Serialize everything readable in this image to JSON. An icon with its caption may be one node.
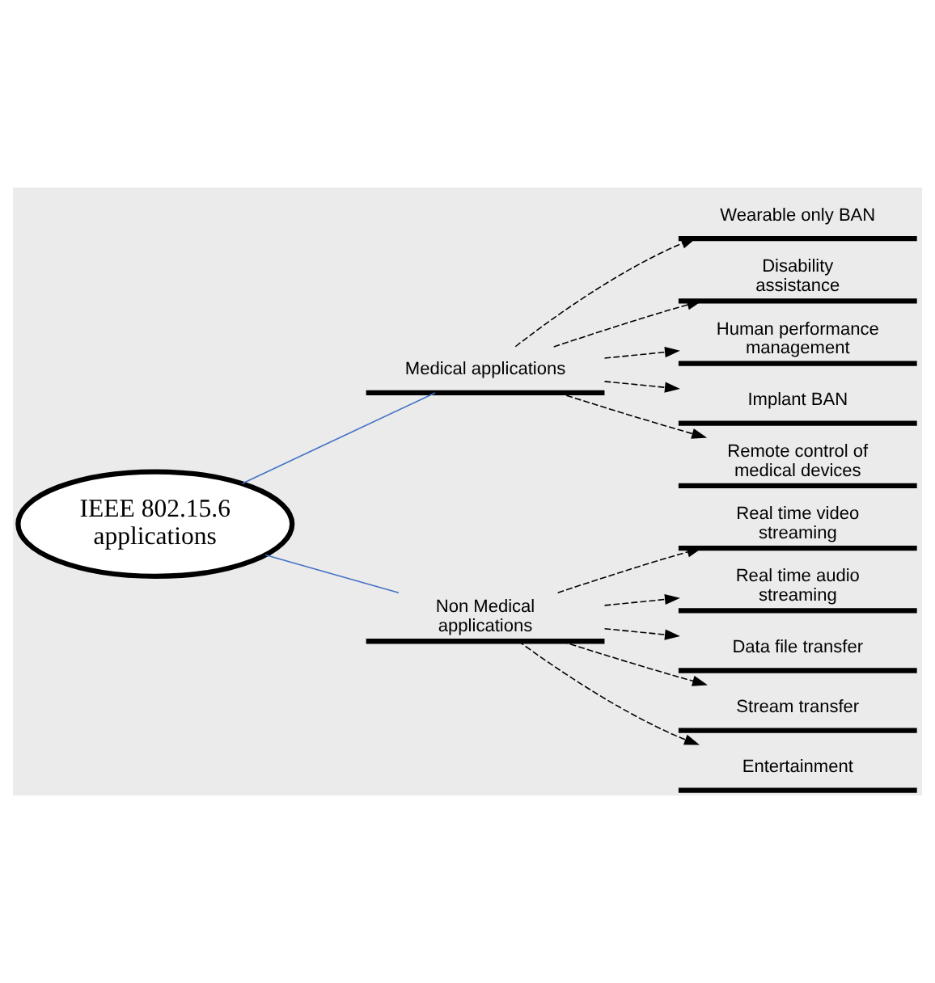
{
  "diagram": {
    "nodes": [
      {
        "text": [
          "IEEE 802.15.6 applications"
        ]
      },
      {
        "text": [
          "Medical applications"
        ]
      },
      {
        "text": [
          "Non Medical applications"
        ]
      },
      {
        "text": [
          "Wearable only BAN"
        ]
      },
      {
        "text": [
          "Disability assistance"
        ]
      },
      {
        "text": [
          "Human performance management"
        ]
      },
      {
        "text": [
          "Implant BAN"
        ]
      },
      {
        "text": [
          "Remote control of medical devices"
        ]
      },
      {
        "text": [
          "Real time video streaming"
        ]
      },
      {
        "text": [
          "Real time audio streaming"
        ]
      },
      {
        "text": [
          "Data file transfer"
        ]
      },
      {
        "text": [
          "Stream transfer"
        ]
      },
      {
        "text": [
          "Entertainment"
        ]
      }
    ],
    "edges": [
      {
        "from": 0,
        "to": 1,
        "arrow": "none",
        "color": "#4472c4"
      },
      {
        "from": 0,
        "to": 2,
        "arrow": "none",
        "color": "#4472c4"
      },
      {
        "from": 1,
        "to": 3,
        "arrow": "to",
        "style": "dashed"
      },
      {
        "from": 1,
        "to": 4,
        "arrow": "to",
        "style": "dashed"
      },
      {
        "from": 1,
        "to": 5,
        "arrow": "to",
        "style": "dashed"
      },
      {
        "from": 1,
        "to": 6,
        "arrow": "to",
        "style": "dashed"
      },
      {
        "from": 1,
        "to": 7,
        "arrow": "to",
        "style": "dashed"
      },
      {
        "from": 2,
        "to": 8,
        "arrow": "to",
        "style": "dashed"
      },
      {
        "from": 2,
        "to": 9,
        "arrow": "to",
        "style": "dashed"
      },
      {
        "from": 2,
        "to": 10,
        "arrow": "to",
        "style": "dashed"
      },
      {
        "from": 2,
        "to": 11,
        "arrow": "to",
        "style": "dashed"
      },
      {
        "from": 2,
        "to": 12,
        "arrow": "to",
        "style": "dashed"
      }
    ]
  }
}
